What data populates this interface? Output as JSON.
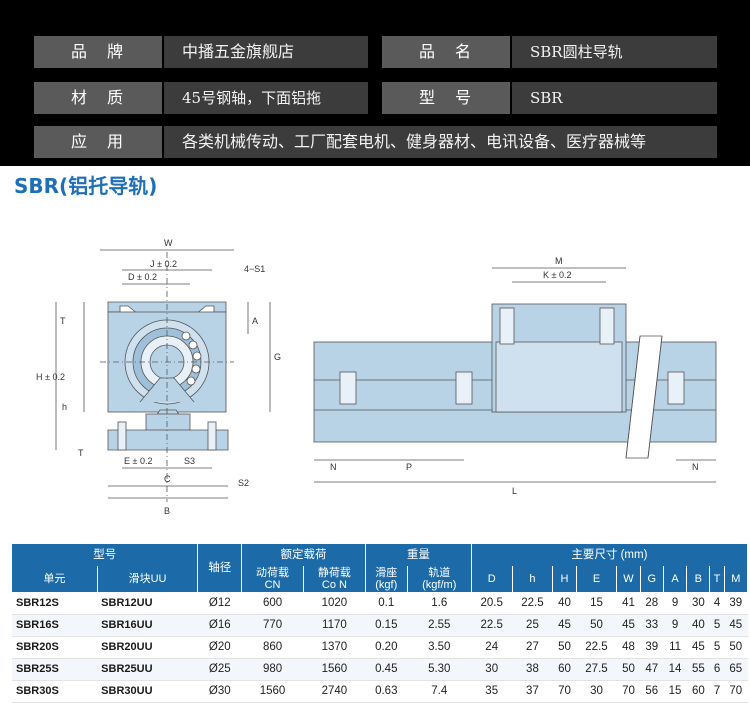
{
  "spec_band": {
    "brand_label": "品　牌",
    "brand_value": "中播五金旗舰店",
    "name_label": "品　名",
    "name_value": "SBR圆柱导轨",
    "material_label": "材　质",
    "material_value": "45号钢轴，下面铝拖",
    "model_label": "型　号",
    "model_value": "SBR",
    "application_label": "应　用",
    "application_value": "各类机械传动、工厂配套电机、健身器材、电讯设备、医疗器械等"
  },
  "section_title": "SBR(铝托导轨)",
  "drawing": {
    "front_labels": [
      "W",
      "J ± 0.2",
      "4−S1",
      "D ± 0.2",
      "T",
      "A",
      "G",
      "H ± 0.2",
      "h",
      "T",
      "E ± 0.2",
      "S3",
      "C",
      "S2",
      "B"
    ],
    "side_labels": [
      "M",
      "K ± 0.2",
      "N",
      "P",
      "L",
      "N"
    ]
  },
  "table": {
    "header_row1": {
      "model": "型号",
      "shaft": "轴径",
      "load": "额定载荷",
      "weight": "重量",
      "dims": "主要尺寸 (mm)"
    },
    "header_row2": {
      "unit": "单元",
      "block": "滑块UU",
      "dyn": [
        "动荷载",
        "CN"
      ],
      "stat": [
        "静荷载",
        "Co N"
      ],
      "block_w": [
        "滑座",
        "(kgf)"
      ],
      "rail_w": [
        "轨道",
        "(kgf/m)"
      ],
      "dim_cols": [
        "D",
        "h",
        "H",
        "E",
        "W",
        "G",
        "A",
        "B",
        "T",
        "M"
      ]
    },
    "rows": [
      [
        "SBR12S",
        "SBR12UU",
        "Ø12",
        "600",
        "1020",
        "0.1",
        "1.6",
        "20.5",
        "22.5",
        "40",
        "15",
        "41",
        "28",
        "9",
        "30",
        "4",
        "39"
      ],
      [
        "SBR16S",
        "SBR16UU",
        "Ø16",
        "770",
        "1170",
        "0.15",
        "2.55",
        "22.5",
        "25",
        "45",
        "50",
        "45",
        "33",
        "9",
        "40",
        "5",
        "45"
      ],
      [
        "SBR20S",
        "SBR20UU",
        "Ø20",
        "860",
        "1370",
        "0.20",
        "3.50",
        "24",
        "27",
        "50",
        "22.5",
        "48",
        "39",
        "11",
        "45",
        "5",
        "50"
      ],
      [
        "SBR25S",
        "SBR25UU",
        "Ø25",
        "980",
        "1560",
        "0.45",
        "5.30",
        "30",
        "38",
        "60",
        "27.5",
        "50",
        "47",
        "14",
        "55",
        "6",
        "65"
      ],
      [
        "SBR30S",
        "SBR30UU",
        "Ø30",
        "1560",
        "2740",
        "0.63",
        "7.4",
        "35",
        "37",
        "70",
        "30",
        "70",
        "56",
        "15",
        "60",
        "7",
        "70"
      ]
    ]
  },
  "colors": {
    "band_bg": "#000000",
    "label_bg": "#5a5a5a",
    "value_bg": "#3c3c3c",
    "title": "#1f6fb8",
    "table_header": "#1d6aa8",
    "part_fill": "#b9d3e6"
  }
}
